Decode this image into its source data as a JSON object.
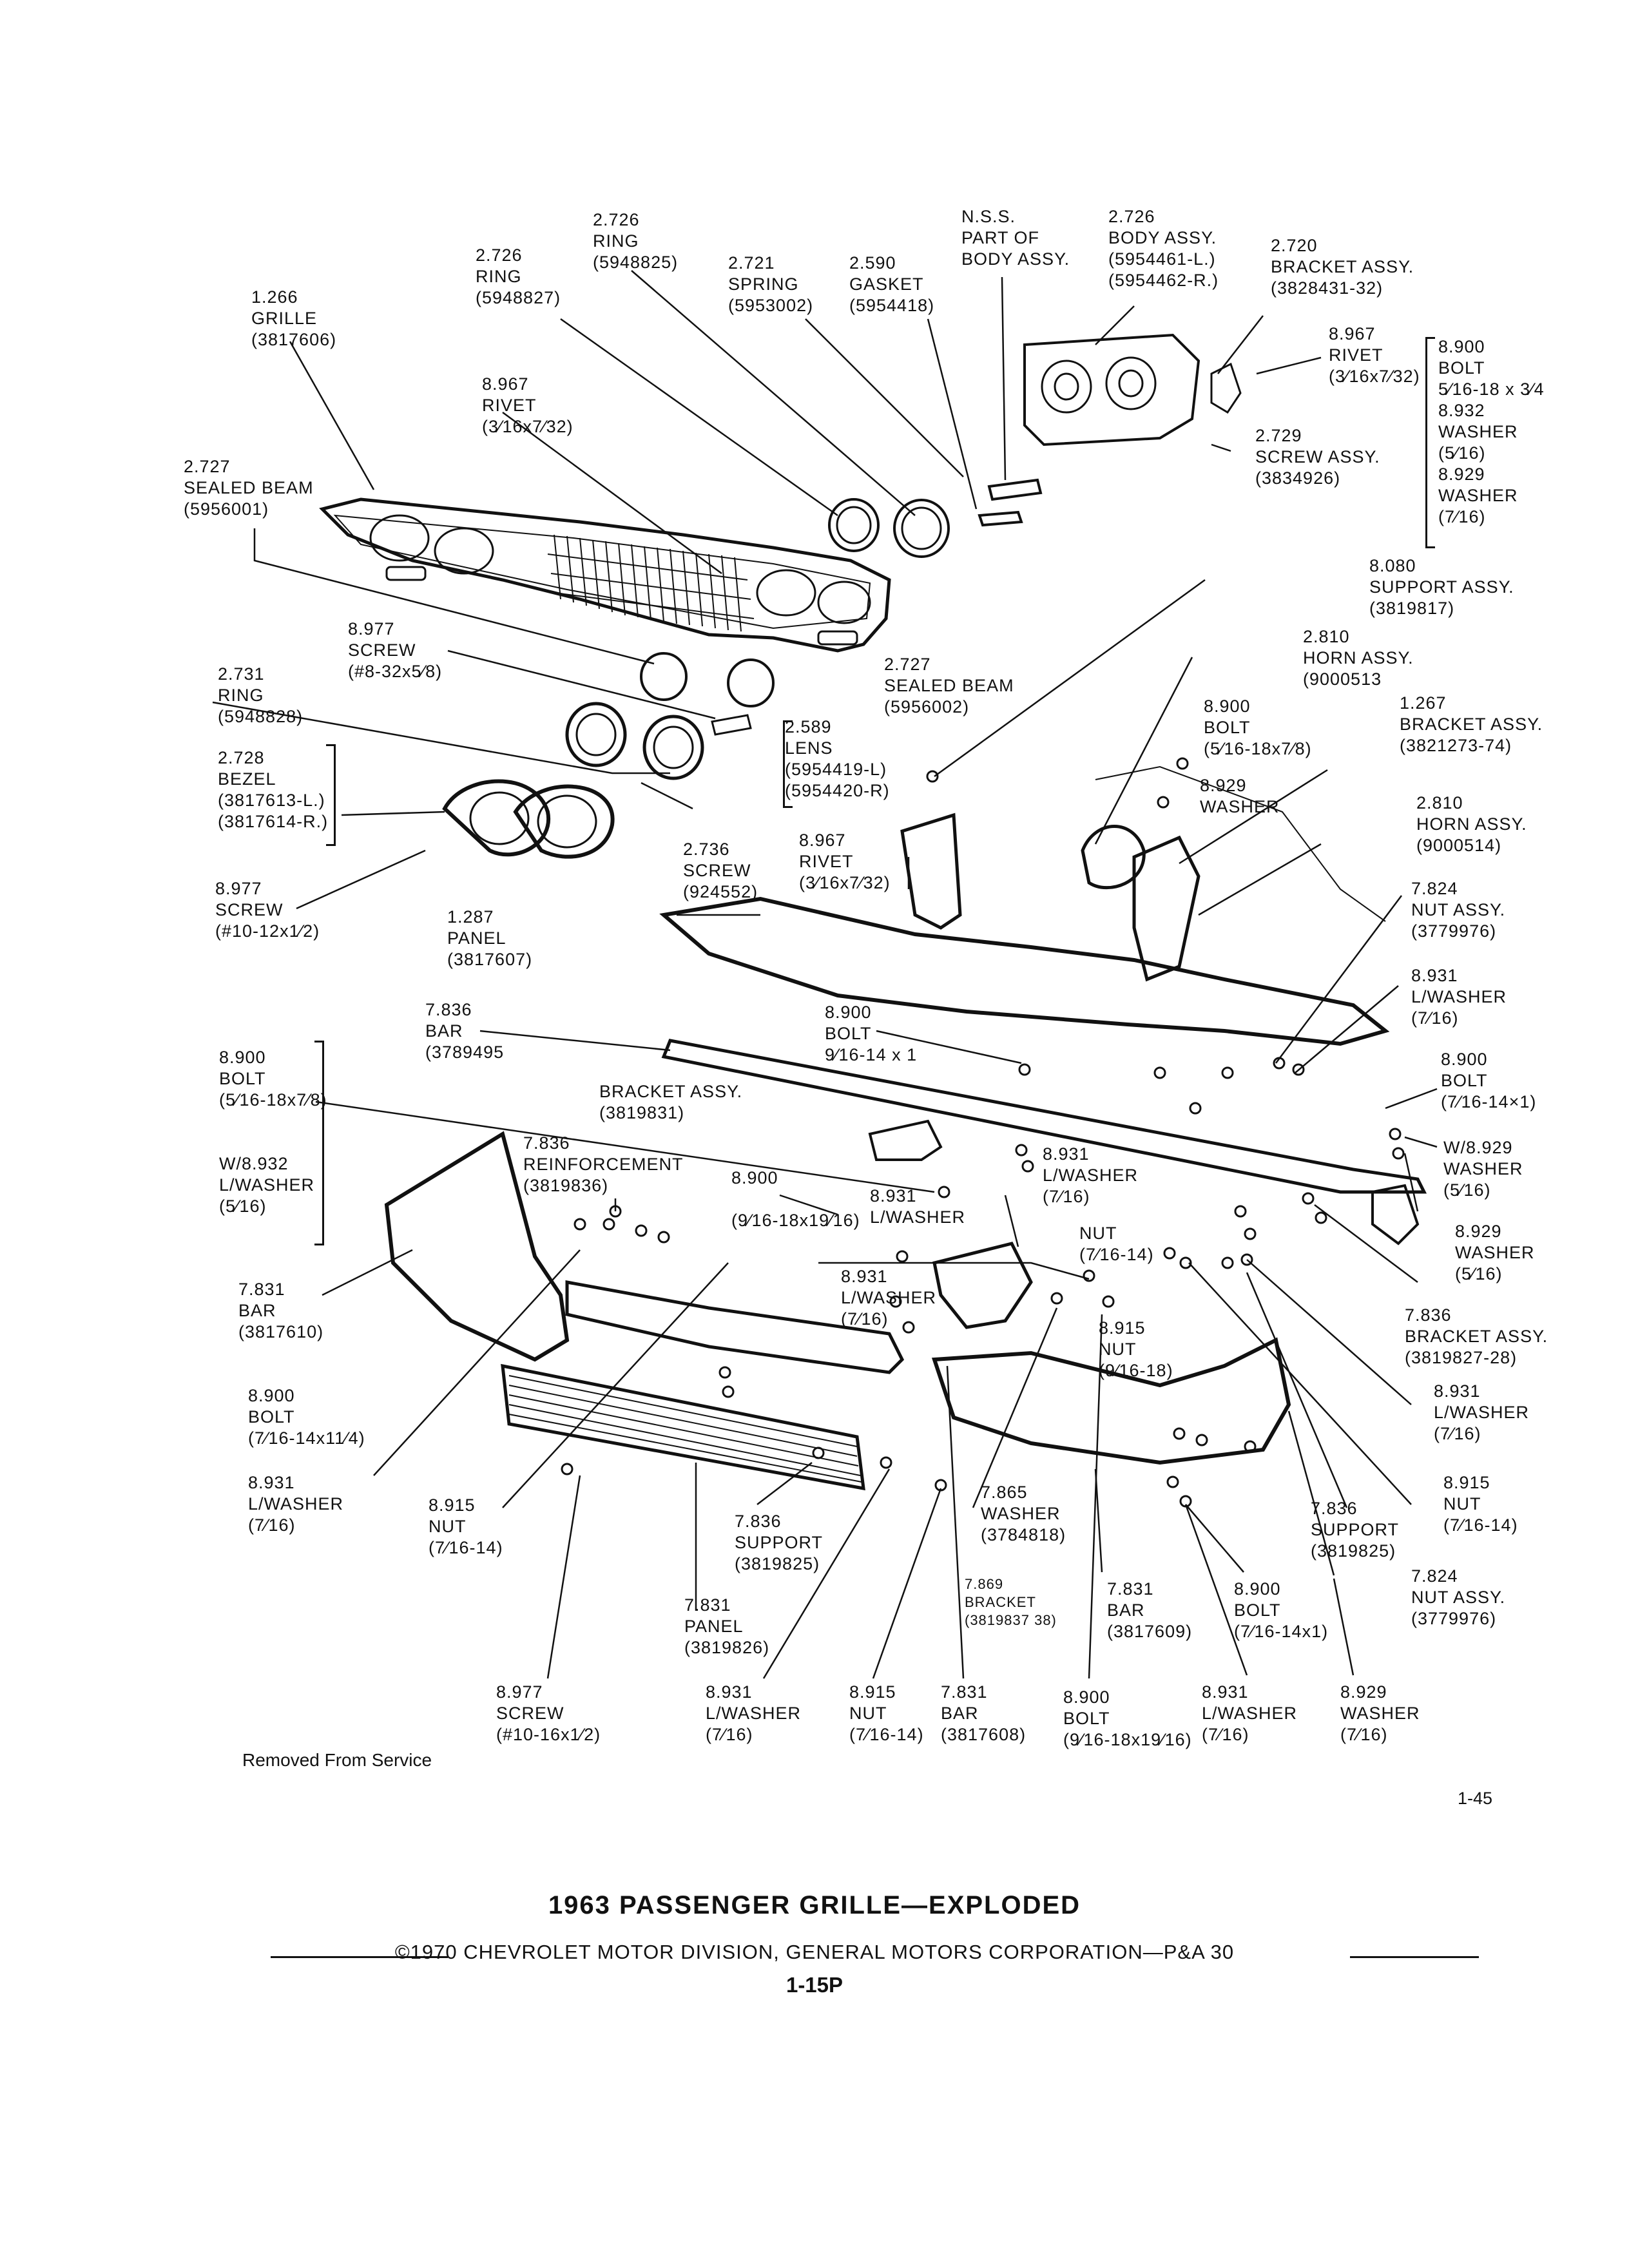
{
  "title": "1963 PASSENGER GRILLE—EXPLODED",
  "copyright": "©1970 CHEVROLET MOTOR DIVISION, GENERAL MOTORS CORPORATION—P&A 30",
  "page_code": "1-15P",
  "corner_code": "1-45",
  "removed_note": "Removed From Service",
  "callouts": [
    {
      "id": "grille",
      "lines": [
        "1.266",
        "GRILLE",
        "(3817606)"
      ]
    },
    {
      "id": "ring-5948827",
      "lines": [
        "2.726",
        "RING",
        "(5948827)"
      ]
    },
    {
      "id": "ring-5948825",
      "lines": [
        "2.726",
        "RING",
        "(5948825)"
      ]
    },
    {
      "id": "spring",
      "lines": [
        "2.721",
        "SPRING",
        "(5953002)"
      ]
    },
    {
      "id": "gasket",
      "lines": [
        "2.590",
        "GASKET",
        "(5954418)"
      ]
    },
    {
      "id": "nss",
      "lines": [
        "N.S.S.",
        "PART OF",
        "BODY ASSY."
      ]
    },
    {
      "id": "body-assy",
      "lines": [
        "2.726",
        "BODY ASSY.",
        "(5954461-L.)",
        "(5954462-R.)"
      ]
    },
    {
      "id": "bracket-assy-top",
      "lines": [
        "2.720",
        "BRACKET ASSY.",
        "(3828431-32)"
      ]
    },
    {
      "id": "rivet-top-right",
      "lines": [
        "8.967",
        "RIVET",
        "(3⁄16x7⁄32)"
      ]
    },
    {
      "id": "bolt-washer-group",
      "lines": [
        "8.900",
        "BOLT",
        "5⁄16-18 x 3⁄4",
        "8.932",
        "WASHER",
        "(5⁄16)",
        "8.929",
        "WASHER",
        "(7⁄16)"
      ]
    },
    {
      "id": "screw-assy",
      "lines": [
        "2.729",
        "SCREW ASSY.",
        "(3834926)"
      ]
    },
    {
      "id": "rivet-upper-left",
      "lines": [
        "8.967",
        "RIVET",
        "(3⁄16x7⁄32)"
      ]
    },
    {
      "id": "sealed-beam-5956001",
      "lines": [
        "2.727",
        "SEALED BEAM",
        "(5956001)"
      ]
    },
    {
      "id": "support-assy",
      "lines": [
        "8.080",
        "SUPPORT ASSY.",
        "(3819817)"
      ]
    },
    {
      "id": "horn-9000513",
      "lines": [
        "2.810",
        "HORN ASSY.",
        "(9000513"
      ]
    },
    {
      "id": "screw-8-32",
      "lines": [
        "8.977",
        "SCREW",
        "(#8-32x5⁄8)"
      ]
    },
    {
      "id": "sealed-beam-5956002",
      "lines": [
        "2.727",
        "SEALED BEAM",
        "(5956002)"
      ]
    },
    {
      "id": "ring-5948828",
      "lines": [
        "2.731",
        "RING",
        "(5948828)"
      ]
    },
    {
      "id": "lens",
      "lines": [
        "2.589",
        "LENS",
        "(5954419-L)",
        "(5954420-R)"
      ]
    },
    {
      "id": "bolt-5-16",
      "lines": [
        "8.900",
        "BOLT",
        "(5⁄16-18x7⁄8)"
      ]
    },
    {
      "id": "washer-8929-upper",
      "lines": [
        "8.929",
        "WASHER"
      ]
    },
    {
      "id": "bracket-assy-1267",
      "lines": [
        "1.267",
        "BRACKET ASSY.",
        "(3821273-74)"
      ]
    },
    {
      "id": "bezel",
      "lines": [
        "2.728",
        "BEZEL",
        "(3817613-L.)",
        "(3817614-R.)"
      ]
    },
    {
      "id": "screw-924552",
      "lines": [
        "2.736",
        "SCREW",
        "(924552)"
      ]
    },
    {
      "id": "rivet-middle",
      "lines": [
        "8.967",
        "RIVET",
        "(3⁄16x7⁄32)"
      ]
    },
    {
      "id": "horn-9000514",
      "lines": [
        "2.810",
        "HORN ASSY.",
        "(9000514)"
      ]
    },
    {
      "id": "screw-10-12",
      "lines": [
        "8.977",
        "SCREW",
        "(#10-12x1⁄2)"
      ]
    },
    {
      "id": "nut-assy-upper",
      "lines": [
        "7.824",
        "NUT ASSY.",
        "(3779976)"
      ]
    },
    {
      "id": "panel-3817607",
      "lines": [
        "1.287",
        "PANEL",
        "(3817607)"
      ]
    },
    {
      "id": "lwasher-upper-right",
      "lines": [
        "8.931",
        "L/WASHER",
        "(7⁄16)"
      ]
    },
    {
      "id": "bar-3789495",
      "lines": [
        "7.836",
        "BAR",
        "(3789495"
      ]
    },
    {
      "id": "bolt-9-16",
      "lines": [
        "8.900",
        "BOLT",
        "9⁄16-14 x 1"
      ]
    },
    {
      "id": "bolt-7-16-right",
      "lines": [
        "8.900",
        "BOLT",
        "(7⁄16-14×1)"
      ]
    },
    {
      "id": "bolt-washer-left-group",
      "lines": [
        "8.900",
        "BOLT",
        "(5⁄16-18x7⁄8)",
        "",
        "",
        "W/8.932",
        "L/WASHER",
        "(5⁄16)"
      ]
    },
    {
      "id": "bracket-assy-3819831",
      "lines": [
        "BRACKET ASSY.",
        "(3819831)"
      ]
    },
    {
      "id": "washer-w8929",
      "lines": [
        "W/8.929",
        "WASHER",
        "(5⁄16)"
      ]
    },
    {
      "id": "reinforcement",
      "lines": [
        "7.836",
        "REINFORCEMENT",
        "(3819836)"
      ]
    },
    {
      "id": "lwasher-center-upper",
      "lines": [
        "8.931",
        "L/WASHER",
        "(7⁄16)"
      ]
    },
    {
      "id": "bolt-9-16-18",
      "lines": [
        "8.900",
        "",
        "(9⁄16-18x19⁄16)"
      ]
    },
    {
      "id": "lwasher-center-left",
      "lines": [
        "8.931",
        "L/WASHER"
      ]
    },
    {
      "id": "nut-7-16-center",
      "lines": [
        "NUT",
        "(7⁄16-14)"
      ]
    },
    {
      "id": "washer-8929-right",
      "lines": [
        "8.929",
        "WASHER",
        "(5⁄16)"
      ]
    },
    {
      "id": "bar-3817610",
      "lines": [
        "7.831",
        "BAR",
        "(3817610)"
      ]
    },
    {
      "id": "lwasher-center",
      "lines": [
        "8.931",
        "L/WASHER",
        "(7⁄16)"
      ]
    },
    {
      "id": "nut-9-16",
      "lines": [
        "8.915",
        "NUT",
        "(9⁄16-18)"
      ]
    },
    {
      "id": "bracket-assy-3819827",
      "lines": [
        "7.836",
        "BRACKET ASSY.",
        "(3819827-28)"
      ]
    },
    {
      "id": "bolt-left-lower",
      "lines": [
        "8.900",
        "BOLT",
        "(7⁄16-14x11⁄4)"
      ]
    },
    {
      "id": "lwasher-right",
      "lines": [
        "8.931",
        "L/WASHER",
        "(7⁄16)"
      ]
    },
    {
      "id": "lwasher-left-lower",
      "lines": [
        "8.931",
        "L/WASHER",
        "(7⁄16)"
      ]
    },
    {
      "id": "nut-left-lower",
      "lines": [
        "8.915",
        "NUT",
        "(7⁄16-14)"
      ]
    },
    {
      "id": "support-3819825-center",
      "lines": [
        "7.836",
        "SUPPORT",
        "(3819825)"
      ]
    },
    {
      "id": "washer-3784818",
      "lines": [
        "7.865",
        "WASHER",
        "(3784818)"
      ]
    },
    {
      "id": "nut-right-lower",
      "lines": [
        "8.915",
        "NUT",
        "(7⁄16-14)"
      ]
    },
    {
      "id": "support-3819825-right",
      "lines": [
        "7.836",
        "SUPPORT",
        "(3819825)"
      ]
    },
    {
      "id": "bracket-3819837",
      "lines": [
        "7.869",
        "BRACKET",
        "(3819837 38)"
      ]
    },
    {
      "id": "bar-3817609",
      "lines": [
        "7.831",
        "BAR",
        "(3817609)"
      ]
    },
    {
      "id": "bolt-right-lower",
      "lines": [
        "8.900",
        "BOLT",
        "(7⁄16-14x1)"
      ]
    },
    {
      "id": "nut-assy-lower",
      "lines": [
        "7.824",
        "NUT ASSY.",
        "(3779976)"
      ]
    },
    {
      "id": "panel-3819826",
      "lines": [
        "7.831",
        "PANEL",
        "(3819826)"
      ]
    },
    {
      "id": "screw-10-16",
      "lines": [
        "8.977",
        "SCREW",
        "(#10-16x1⁄2)"
      ]
    },
    {
      "id": "lwasher-bottom",
      "lines": [
        "8.931",
        "L/WASHER",
        "(7⁄16)"
      ]
    },
    {
      "id": "nut-bottom",
      "lines": [
        "8.915",
        "NUT",
        "(7⁄16-14)"
      ]
    },
    {
      "id": "bar-3817608",
      "lines": [
        "7.831",
        "BAR",
        "(3817608)"
      ]
    },
    {
      "id": "bolt-bottom",
      "lines": [
        "8.900",
        "BOLT",
        "(9⁄16-18x19⁄16)"
      ]
    },
    {
      "id": "lwasher-bottom-right",
      "lines": [
        "8.931",
        "L/WASHER",
        "(7⁄16)"
      ]
    },
    {
      "id": "washer-bottom-right",
      "lines": [
        "8.929",
        "WASHER",
        "(7⁄16)"
      ]
    }
  ]
}
